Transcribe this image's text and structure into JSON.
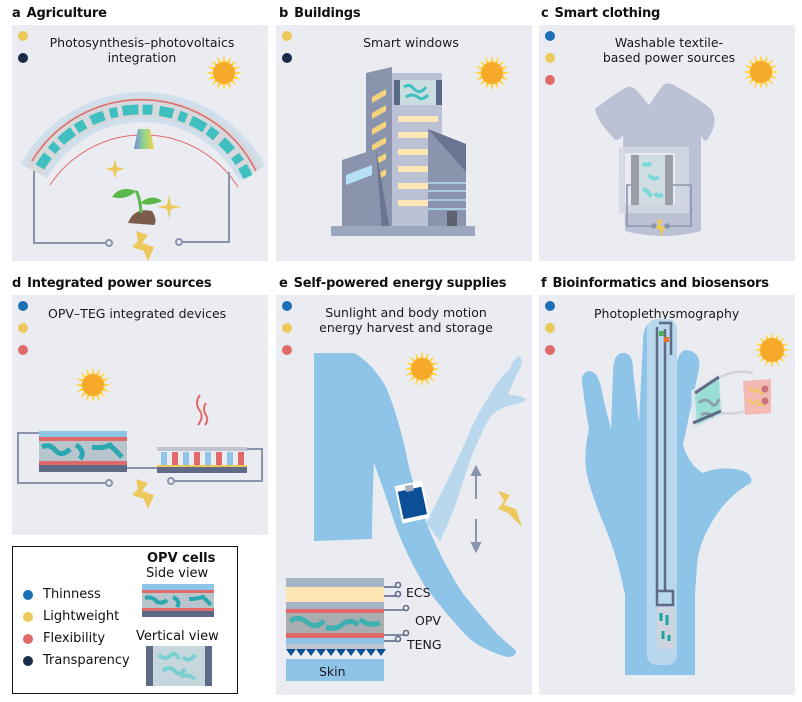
{
  "colors": {
    "thinness": "#1a6fb5",
    "lightweight": "#ecc95a",
    "flexibility": "#e06a6a",
    "transparency": "#1b2b4a",
    "panel_bg": "#ebecf2",
    "skin_blue": "#8ec4e8",
    "sun": "#f7b52a",
    "opv_teal": "#3fbfbf",
    "circuit_gray": "#8a94ad"
  },
  "panels": [
    {
      "letter": "a",
      "title": "Agriculture",
      "subtitle": [
        "Photosynthesis–photovoltaics",
        "integration"
      ],
      "properties": [
        "lightweight",
        "transparency"
      ]
    },
    {
      "letter": "b",
      "title": "Buildings",
      "subtitle": [
        "Smart windows"
      ],
      "properties": [
        "lightweight",
        "transparency"
      ]
    },
    {
      "letter": "c",
      "title": "Smart clothing",
      "subtitle": [
        "Washable textile-",
        "based power sources"
      ],
      "properties": [
        "thinness",
        "lightweight",
        "flexibility"
      ]
    },
    {
      "letter": "d",
      "title": "Integrated power sources",
      "subtitle": [
        "OPV–TEG integrated devices"
      ],
      "properties": [
        "thinness",
        "lightweight",
        "flexibility"
      ]
    },
    {
      "letter": "e",
      "title": "Self-powered energy supplies",
      "subtitle": [
        "Sunlight and body motion",
        "energy harvest and storage"
      ],
      "properties": [
        "thinness",
        "lightweight",
        "flexibility"
      ],
      "stack_labels": {
        "ecs": "ECS",
        "opv": "OPV",
        "teng": "TENG",
        "skin": "Skin"
      }
    },
    {
      "letter": "f",
      "title": "Bioinformatics and biosensors",
      "subtitle": [
        "Photoplethysmography"
      ],
      "properties": [
        "thinness",
        "lightweight",
        "flexibility"
      ]
    }
  ],
  "legend": {
    "items": [
      {
        "key": "thinness",
        "label": "Thinness"
      },
      {
        "key": "lightweight",
        "label": "Lightweight"
      },
      {
        "key": "flexibility",
        "label": "Flexibility"
      },
      {
        "key": "transparency",
        "label": "Transparency"
      }
    ],
    "heading": "OPV cells",
    "side_view": "Side view",
    "vertical_view": "Vertical view"
  }
}
